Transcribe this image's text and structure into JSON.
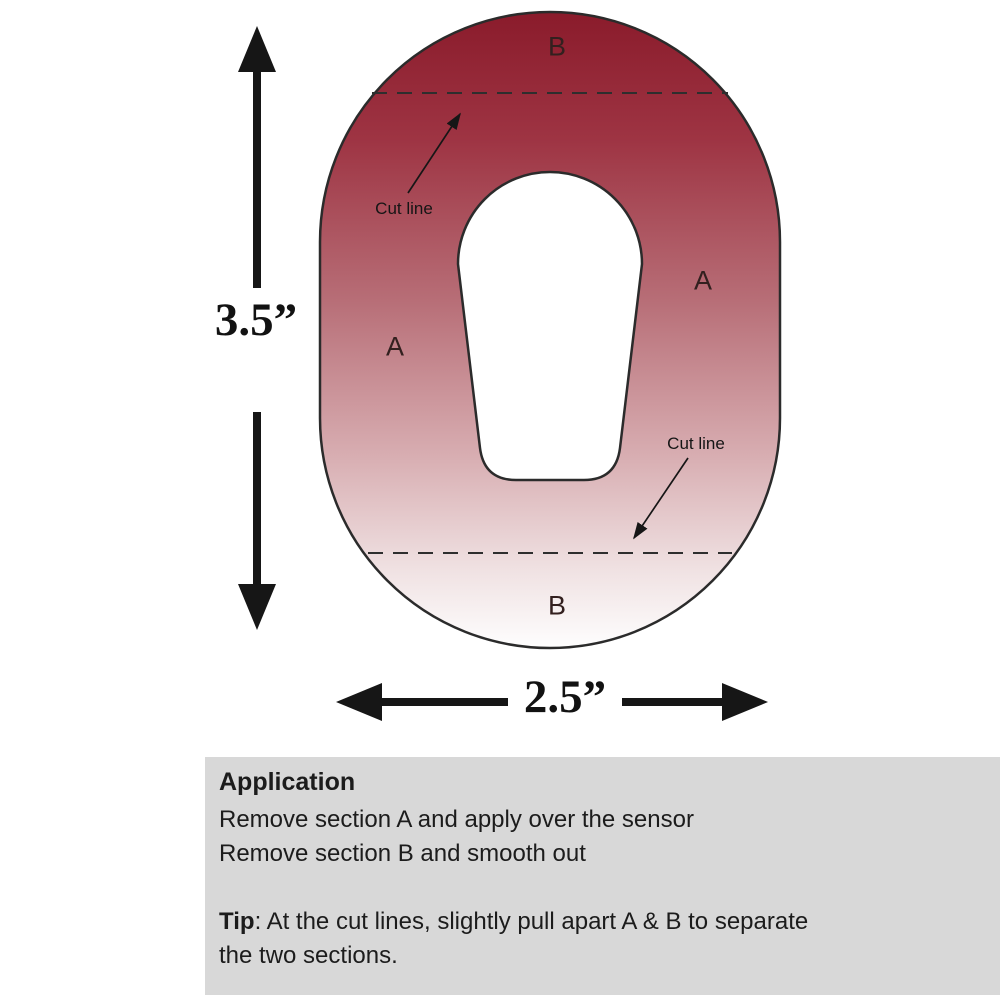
{
  "diagram": {
    "labels": {
      "section_b_top": "B",
      "section_a_right": "A",
      "section_a_left": "A",
      "section_b_bottom": "B",
      "cut_line_top": "Cut line",
      "cut_line_bottom": "Cut line",
      "height_dimension": "3.5”",
      "width_dimension": "2.5”"
    },
    "colors": {
      "patch_top": "#8a1b2b",
      "patch_mid": "#b76d76",
      "patch_bottom": "#fefefe",
      "outline": "#2b2b2b",
      "arrow": "#161616",
      "info_box_bg": "#d8d8d8"
    }
  },
  "info_box": {
    "title": "Application",
    "line1": "Remove section A and apply over the sensor",
    "line2": "Remove section B and smooth out",
    "tip_label": "Tip",
    "tip_text": ": At the cut lines, slightly pull apart A & B to separate the two sections."
  }
}
